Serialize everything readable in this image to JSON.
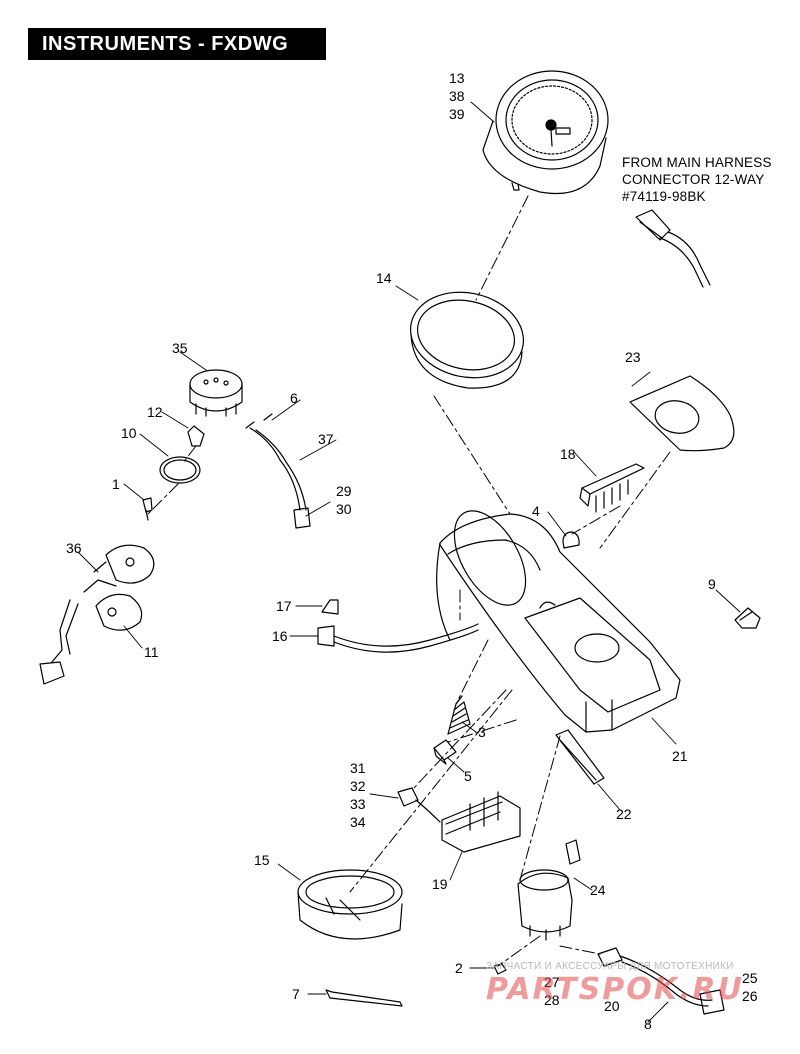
{
  "title": "INSTRUMENTS - FXDWG",
  "note": [
    "FROM MAIN HARNESS",
    "CONNECTOR 12-WAY",
    "#74119-98BK"
  ],
  "watermark": {
    "tagline": "ЗАПЧАСТИ И АКСЕССУАРЫ ДЛЯ МОТОТЕХНИКИ",
    "brand": "PARTSPOK.RU"
  },
  "callouts": {
    "c13": "13",
    "c38": "38",
    "c39": "39",
    "c14": "14",
    "c35": "35",
    "c12": "12",
    "c10": "10",
    "c1": "1",
    "c36": "36",
    "c11": "11",
    "c6": "6",
    "c37": "37",
    "c29": "29",
    "c30": "30",
    "c23": "23",
    "c18": "18",
    "c4": "4",
    "c9": "9",
    "c17": "17",
    "c16": "16",
    "c21": "21",
    "c3": "3",
    "c5": "5",
    "c22": "22",
    "c31": "31",
    "c32": "32",
    "c33": "33",
    "c34": "34",
    "c19": "19",
    "c15": "15",
    "c24": "24",
    "c2": "2",
    "c27": "27",
    "c28": "28",
    "c25": "25",
    "c26": "26",
    "c20": "20",
    "c8": "8",
    "c7": "7"
  }
}
